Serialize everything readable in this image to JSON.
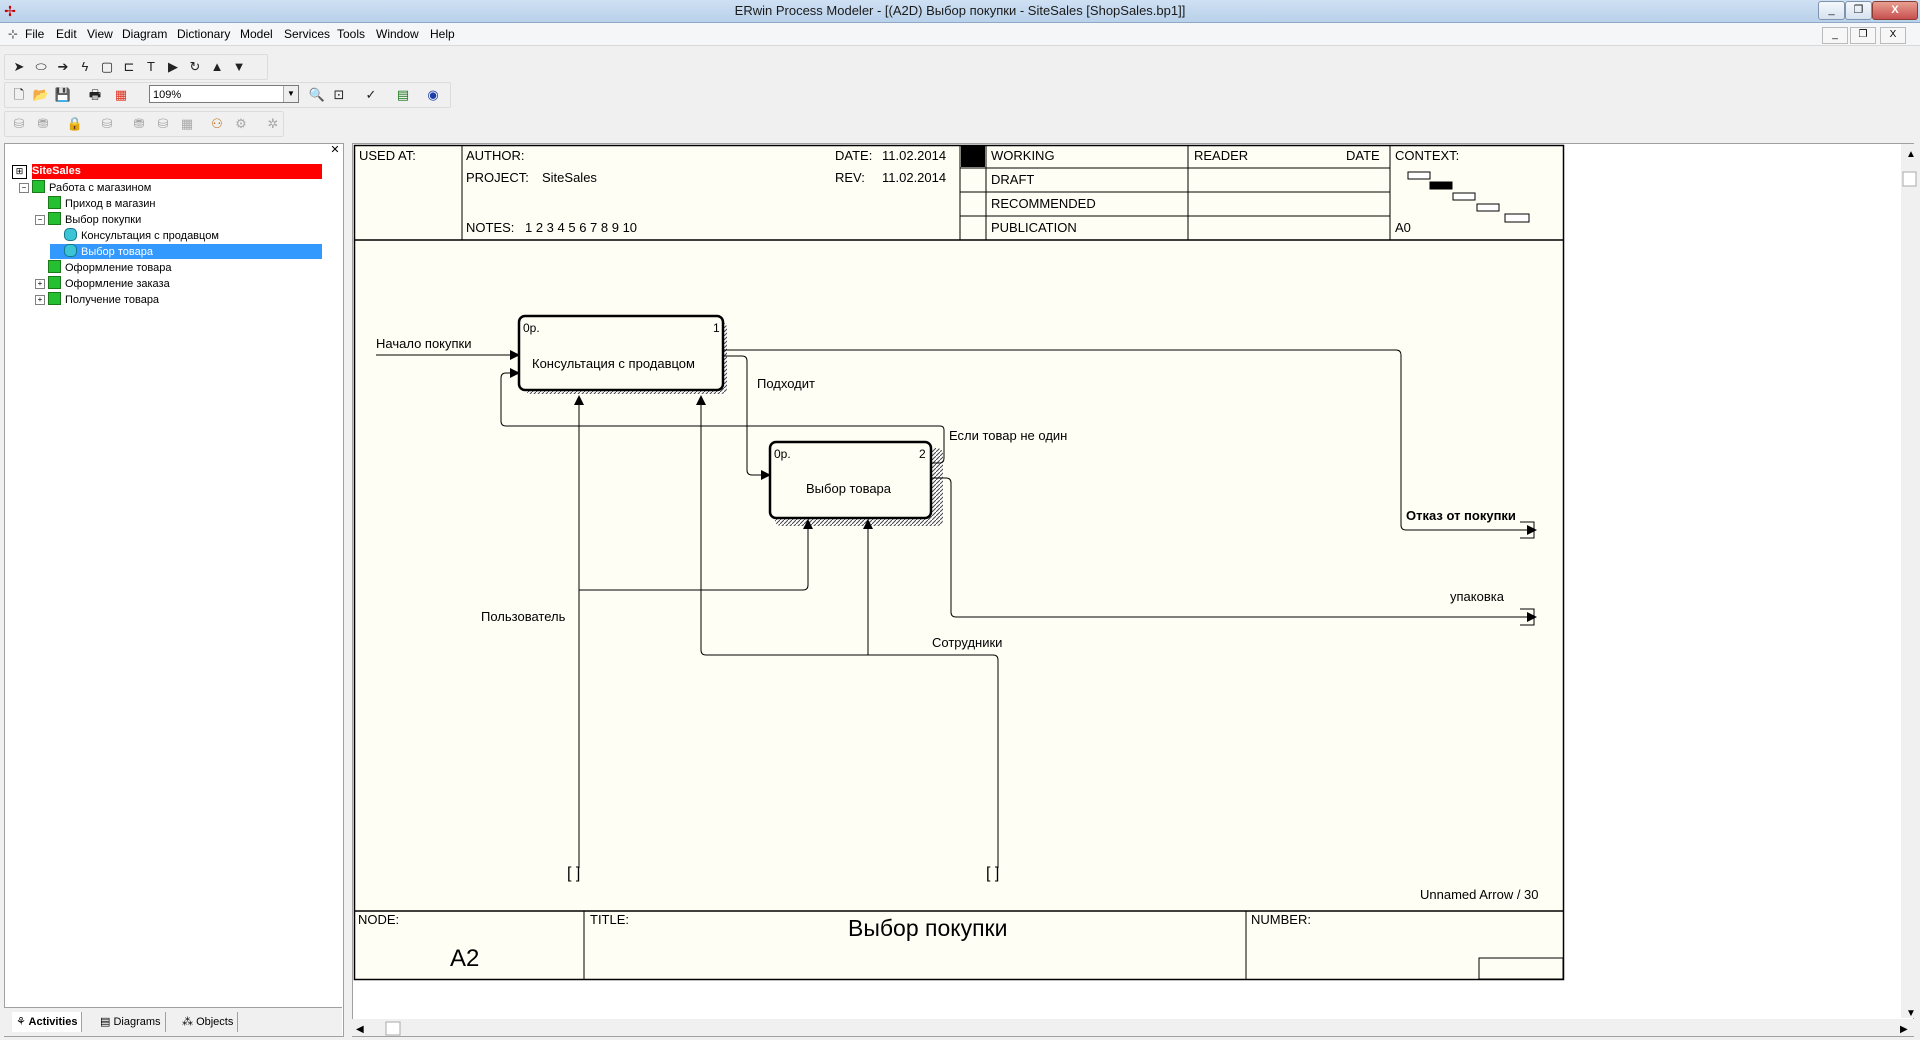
{
  "window": {
    "title": "ERwin Process Modeler - [(A2D) Выбор покупки - SiteSales  [ShopSales.bp1]]",
    "min_label": "_",
    "max_label": "❐",
    "close_label": "X",
    "mdi_min": "_",
    "mdi_restore": "❐",
    "mdi_close": "X"
  },
  "menu": [
    "File",
    "Edit",
    "View",
    "Diagram",
    "Dictionary",
    "Model",
    "Services",
    "Tools",
    "Window",
    "Help"
  ],
  "toolbar": {
    "zoom": "109%"
  },
  "tree": {
    "root": "SiteSales",
    "items": [
      {
        "label": "Работа с магазином",
        "level": 1,
        "expander": "−"
      },
      {
        "label": "Приход в магазин",
        "level": 2,
        "expander": ""
      },
      {
        "label": "Выбор покупки",
        "level": 2,
        "expander": "−"
      },
      {
        "label": "Консультация с продавцом",
        "level": 3,
        "expander": ""
      },
      {
        "label": "Выбор товара",
        "level": 3,
        "expander": ""
      },
      {
        "label": "Оформление товара",
        "level": 2,
        "expander": ""
      },
      {
        "label": "Оформление заказа",
        "level": 2,
        "expander": "+"
      },
      {
        "label": "Получение товара",
        "level": 2,
        "expander": "+"
      }
    ]
  },
  "panel_tabs": [
    "Activities",
    "Diagrams",
    "Objects"
  ],
  "frame": {
    "used_at": "USED AT:",
    "author": "AUTHOR:",
    "project_label": "PROJECT:",
    "project": "SiteSales",
    "date_label": "DATE:",
    "date": "11.02.2014",
    "rev_label": "REV:",
    "rev": "11.02.2014",
    "notes_label": "NOTES:",
    "notes": "1  2  3  4  5  6  7  8  9  10",
    "status": [
      "WORKING",
      "DRAFT",
      "RECOMMENDED",
      "PUBLICATION"
    ],
    "reader": "READER",
    "reader_date": "DATE",
    "context": "CONTEXT:",
    "context_node": "A0",
    "node_label": "NODE:",
    "node": "A2",
    "title_label": "TITLE:",
    "title": "Выбор покупки",
    "number_label": "NUMBER:",
    "footer_note": "Unnamed Arrow / 30"
  },
  "boxes": [
    {
      "cost": "0р.",
      "num": "1",
      "name": "Консультация с продавцом"
    },
    {
      "cost": "0р.",
      "num": "2",
      "name": "Выбор товара"
    }
  ],
  "arrows": {
    "input": "Начало покупки",
    "approach": "Подходит",
    "loop": "Если товар не один",
    "refuse": "Отказ  от покупки",
    "pack": "упаковка",
    "user": "Пользователь",
    "staff": "Сотрудники",
    "tunnel1": "[ ]",
    "tunnel2": "[ ]"
  }
}
